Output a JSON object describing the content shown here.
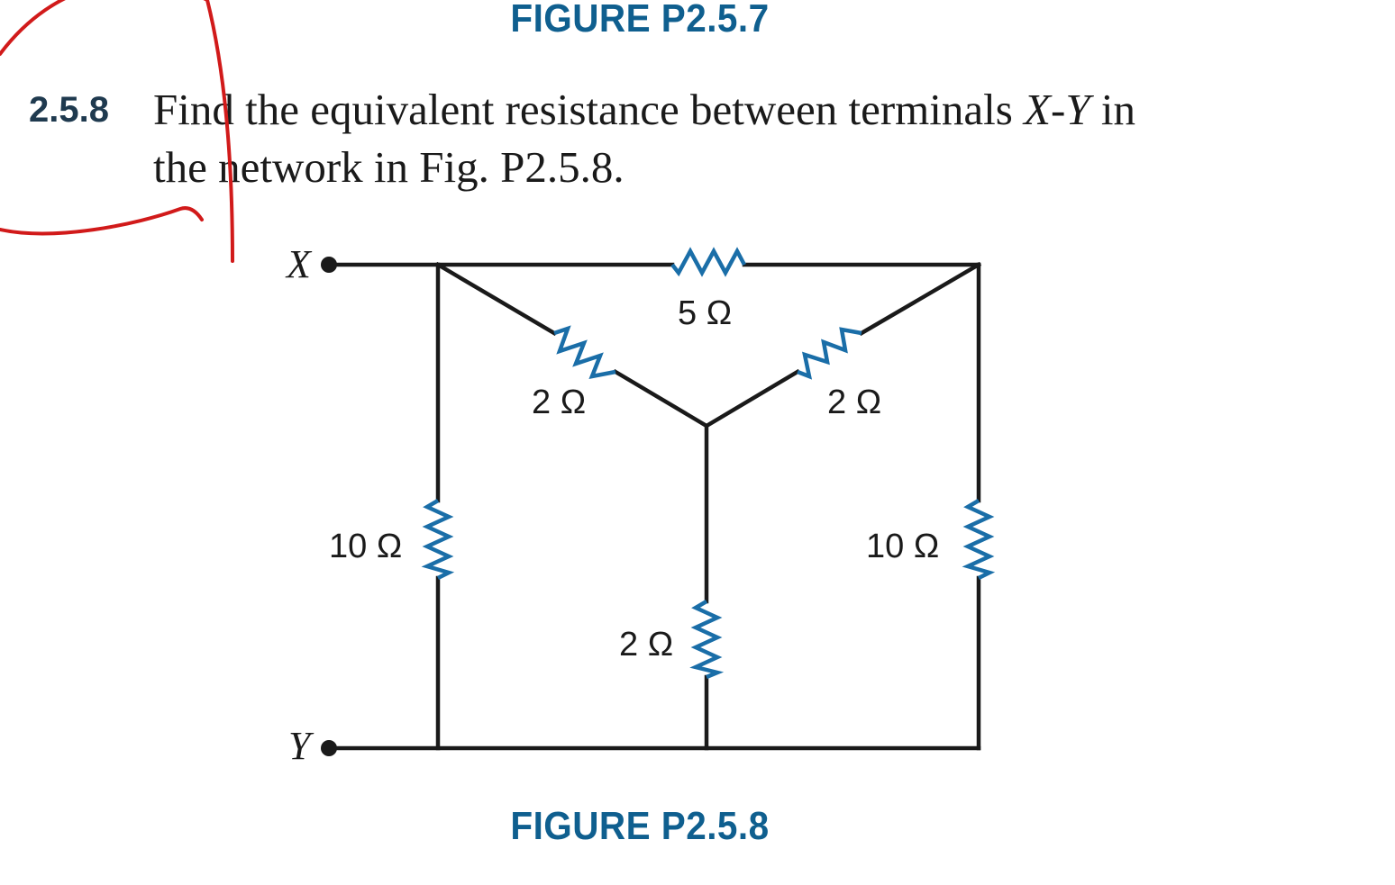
{
  "figure_top": {
    "caption": "FIGURE P2.5.7"
  },
  "problem": {
    "number": "2.5.8",
    "text_line1_pre": "Find the equivalent resistance between terminals ",
    "terminals": "X-Y",
    "text_line1_post": " in",
    "text_line2": "the network in Fig. P2.5.8."
  },
  "diagram": {
    "terminals": {
      "x": "X",
      "y": "Y"
    },
    "resistors": {
      "top": "5 Ω",
      "upper_left": "2 Ω",
      "upper_right": "2 Ω",
      "left": "10 Ω",
      "right": "10 Ω",
      "middle": "2 Ω"
    },
    "colors": {
      "wire": "#1a1a1a",
      "resistor": "#1a6ea8",
      "annotation": "#d11a1a"
    }
  },
  "figure_bottom": {
    "caption": "FIGURE P2.5.8"
  }
}
